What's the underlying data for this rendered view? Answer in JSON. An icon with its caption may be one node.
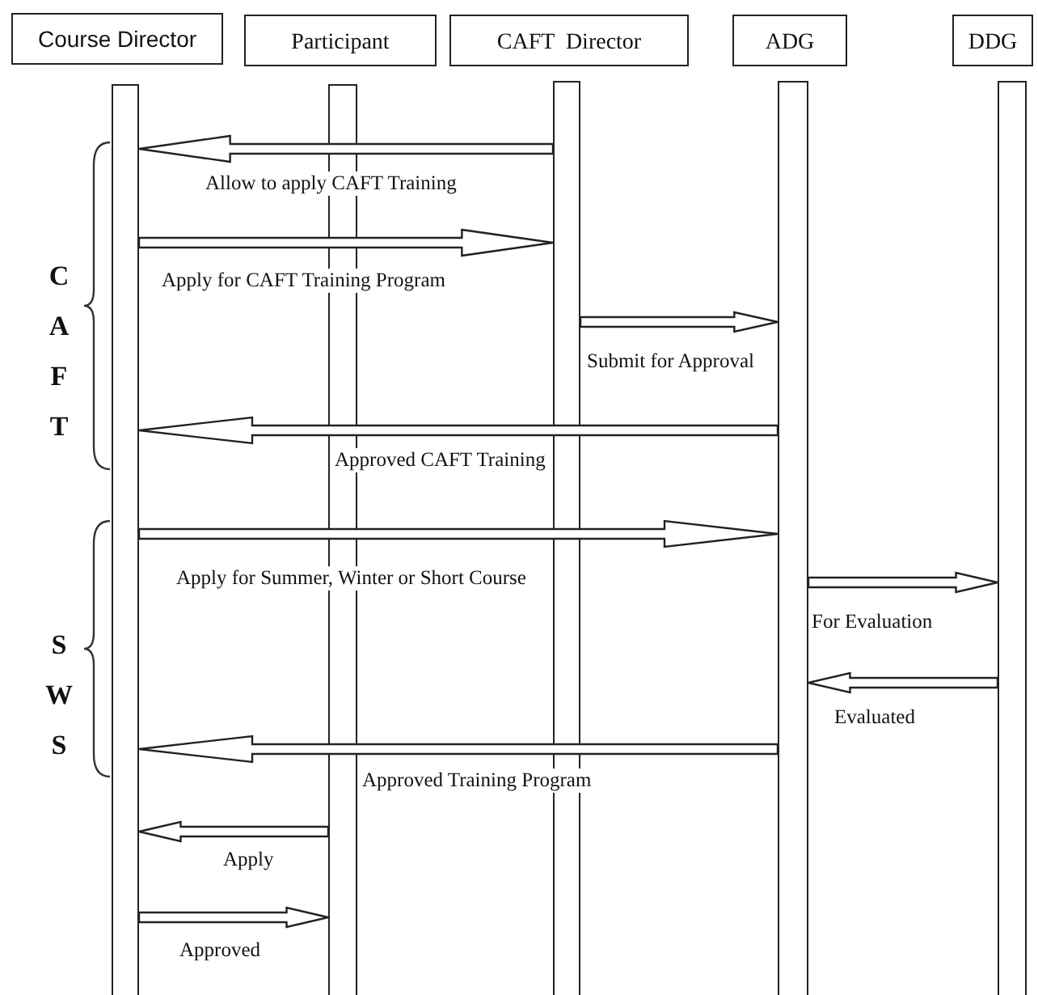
{
  "diagram": {
    "nodes": [
      {
        "text": [
          "Course Director"
        ]
      },
      {
        "text": [
          "Participant"
        ]
      },
      {
        "text": [
          "CAFT  Director"
        ]
      },
      {
        "text": [
          "ADG"
        ]
      },
      {
        "text": [
          "DDG"
        ]
      },
      {
        "text": [],
        "shape": "bar"
      },
      {
        "text": [],
        "shape": "bar"
      },
      {
        "text": [],
        "shape": "bar"
      },
      {
        "text": [],
        "shape": "bar"
      },
      {
        "text": [],
        "shape": "bar"
      }
    ],
    "edges": [
      {
        "from": 7,
        "to": 5,
        "arrow": "to",
        "label": "Allow to apply CAFT Training"
      },
      {
        "from": 5,
        "to": 7,
        "arrow": "to",
        "label": "Apply for CAFT Training Program"
      },
      {
        "from": 7,
        "to": 8,
        "arrow": "to",
        "label": "Submit for Approval"
      },
      {
        "from": 8,
        "to": 5,
        "arrow": "to",
        "label": "Approved CAFT Training"
      },
      {
        "from": 5,
        "to": 8,
        "arrow": "to",
        "label": "Apply for Summer, Winter or Short Course"
      },
      {
        "from": 8,
        "to": 9,
        "arrow": "to",
        "label": "For Evaluation"
      },
      {
        "from": 9,
        "to": 8,
        "arrow": "to",
        "label": "Evaluated"
      },
      {
        "from": 8,
        "to": 5,
        "arrow": "to",
        "label": "Approved Training Program"
      },
      {
        "from": 6,
        "to": 5,
        "arrow": "to",
        "label": "Apply"
      },
      {
        "from": 5,
        "to": 6,
        "arrow": "to",
        "label": "Approved"
      }
    ],
    "labels": [
      "CAFT",
      "SWS"
    ]
  }
}
